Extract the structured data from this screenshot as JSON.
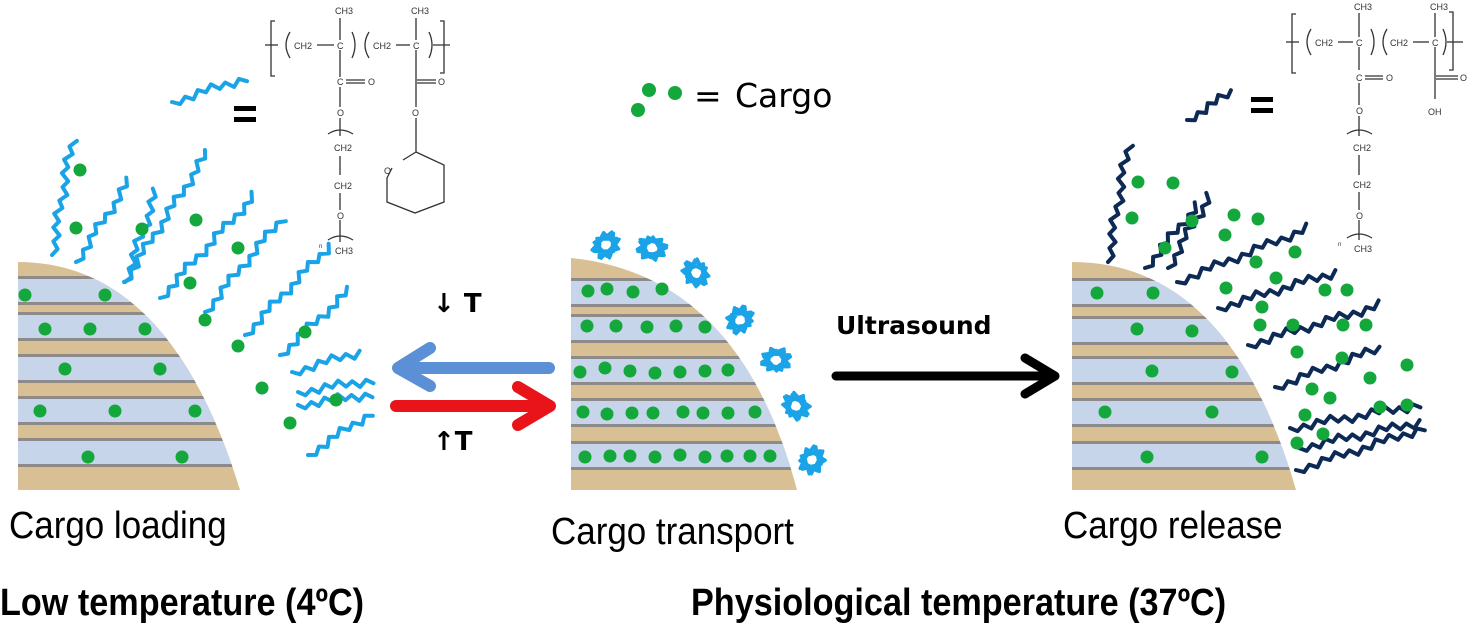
{
  "title": "Thermo-responsive, ultrasound-triggered cargo loading, transport and release",
  "colors": {
    "substrate": "#d9bf94",
    "pore_channel": "#c7d5ea",
    "pore_wall": "#8e8a8a",
    "cargo": "#14a83c",
    "polymer_hydrophilic": "#1aa3e6",
    "polymer_hydrolyzed": "#0d2a55",
    "cooling_arrow": "#5b8fd6",
    "heating_arrow": "#e8141a",
    "ultrasound_arrow": "#000000"
  },
  "legend": {
    "equals": "=",
    "cargo_label": "Cargo"
  },
  "arrows": {
    "cooling_label": "↓ T",
    "heating_label": "↑T",
    "ultrasound_label": "Ultrasound"
  },
  "panels": [
    {
      "id": "loading",
      "label": "Cargo loading",
      "polymer_state": "extended",
      "polymer_color_key": "polymer_hydrophilic"
    },
    {
      "id": "transport",
      "label": "Cargo transport",
      "polymer_state": "collapsed",
      "polymer_color_key": "polymer_hydrophilic"
    },
    {
      "id": "release",
      "label": "Cargo release",
      "polymer_state": "extended",
      "polymer_color_key": "polymer_hydrolyzed"
    }
  ],
  "conditions": {
    "low": "Low temperature (4ºC)",
    "physiological": "Physiological temperature (37ºC)"
  },
  "structures": {
    "left": {
      "equals": "=",
      "backbone": [
        "CH2",
        "C",
        "CH2",
        "C"
      ],
      "top_groups": [
        "CH3",
        "CH3"
      ],
      "ester_left": [
        "C",
        "O",
        "O",
        "CH2",
        "CH2",
        "O",
        "CH3"
      ],
      "ester_right_carbonyl": "O",
      "ester_right_link": "O",
      "ring_heteroatom": "O",
      "repeat_label": "n"
    },
    "right": {
      "equals": "=",
      "backbone": [
        "CH2",
        "C",
        "CH2",
        "C"
      ],
      "top_groups": [
        "CH3",
        "CH3"
      ],
      "ester_left": [
        "C",
        "O",
        "O",
        "CH2",
        "CH2",
        "O",
        "CH3"
      ],
      "acid_carbonyl": "O",
      "acid_hydroxyl": "OH",
      "repeat_label": "n"
    }
  }
}
